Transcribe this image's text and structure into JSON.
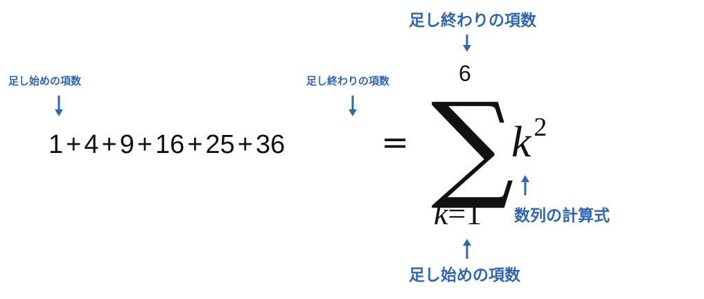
{
  "annotations": {
    "start_small": "足し始めの項数",
    "end_small": "足し終わりの項数",
    "end_large": "足し終わりの項数",
    "start_large": "足し始めの項数",
    "formula": "数列の計算式"
  },
  "series": {
    "terms": [
      "1",
      "4",
      "9",
      "16",
      "25",
      "36"
    ],
    "operator": "+"
  },
  "equals": "=",
  "sigma": {
    "symbol": "∑",
    "upper_limit": "6",
    "term_variable": "k",
    "term_exponent": "2",
    "lower_variable": "k",
    "lower_equals": "=",
    "lower_start": "1"
  },
  "colors": {
    "annotation": "#2f67b1",
    "math": "#111111"
  }
}
